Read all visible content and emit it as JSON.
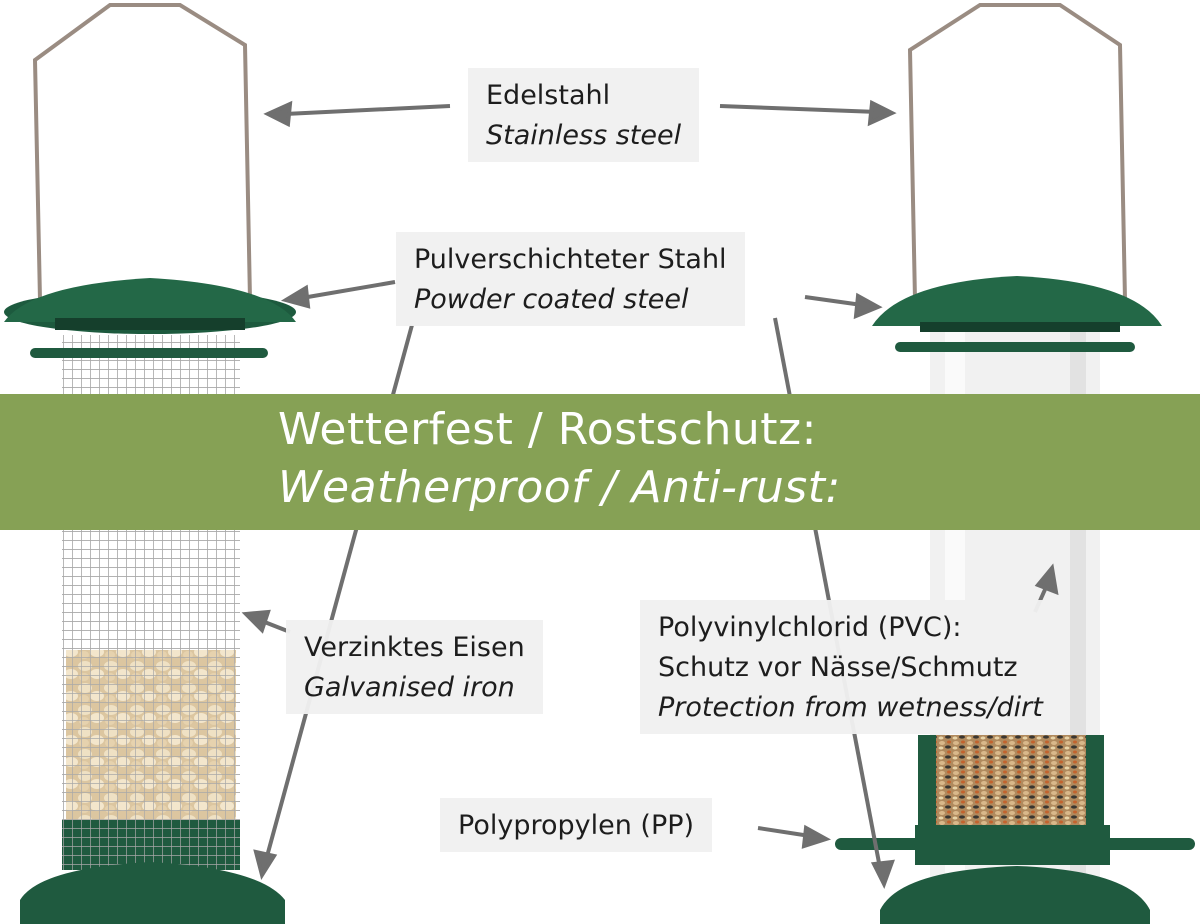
{
  "banner": {
    "title_de": "Wetterfest / Rostschutz:",
    "title_en": "Weatherproof / Anti-rust:",
    "color": "#86a155"
  },
  "labels": {
    "stainless": {
      "de": "Edelstahl",
      "en": "Stainless steel"
    },
    "powder": {
      "de": "Pulverschichteter Stahl",
      "en": "Powder coated steel"
    },
    "galvanised": {
      "de": "Verzinktes Eisen",
      "en": "Galvanised iron"
    },
    "pvc": {
      "de1": "Polyvinylchlorid (PVC):",
      "de2": "Schutz vor Nässe/Schmutz",
      "en": "Protection from wetness/dirt"
    },
    "pp": {
      "de": "Polypropylen (PP)"
    }
  },
  "colors": {
    "feeder_green": "#1f5a3f",
    "wire": "#9a9a9a",
    "peanut": "#e8d6b2",
    "seed": "#7a5a3a"
  }
}
